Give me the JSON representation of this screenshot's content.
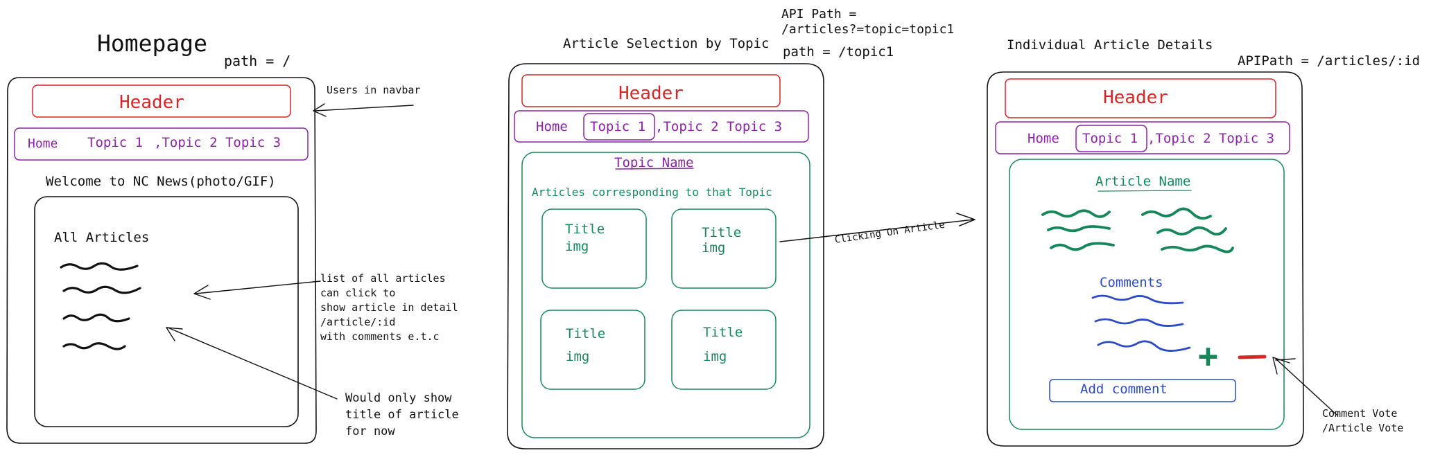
{
  "colors": {
    "ink": "#111111",
    "red": "#d62626",
    "purple": "#8a23a6",
    "green": "#16875a",
    "blue": "#2c49c7"
  },
  "homepage": {
    "title": "Homepage",
    "path": "path = /",
    "header": "Header",
    "nav": {
      "home": "Home",
      "topic1": "Topic 1",
      "others": ",Topic 2 Topic 3"
    },
    "welcome": "Welcome to NC News(photo/GIF)",
    "all_articles": "All Articles",
    "note_navbar": "Users in navbar",
    "note_list": [
      "list of all articles",
      "can click to",
      "show article in detail",
      "/article/:id",
      "with comments e.t.c"
    ],
    "note_title": [
      "Would only show",
      "title of article",
      "for now"
    ]
  },
  "topic_page": {
    "title": "Article Selection by Topic",
    "api_path": [
      "API Path =",
      "/articles?=topic=topic1"
    ],
    "path": "path = /topic1",
    "header": "Header",
    "nav": {
      "home": "Home",
      "topic1": "Topic 1",
      "others": ",Topic 2 Topic 3"
    },
    "topic_name": "Topic Name",
    "subtitle": "Articles corresponding to that Topic",
    "cards": [
      {
        "title": "Title",
        "img": "img"
      },
      {
        "title": "Title",
        "img": "img"
      },
      {
        "title": "Title",
        "img": "img"
      },
      {
        "title": "Title",
        "img": "img"
      }
    ],
    "arrow_label": "Clicking On Article"
  },
  "article_page": {
    "title": "Individual Article Details",
    "api_path": "APIPath = /articles/:id",
    "header": "Header",
    "nav": {
      "home": "Home",
      "topic1": "Topic 1",
      "others": ",Topic 2 Topic 3"
    },
    "article_name": "Article Name",
    "comments": "Comments",
    "add_comment": "Add comment",
    "plus": "+",
    "vote_note": [
      "Comment Vote",
      "/Article Vote"
    ]
  }
}
